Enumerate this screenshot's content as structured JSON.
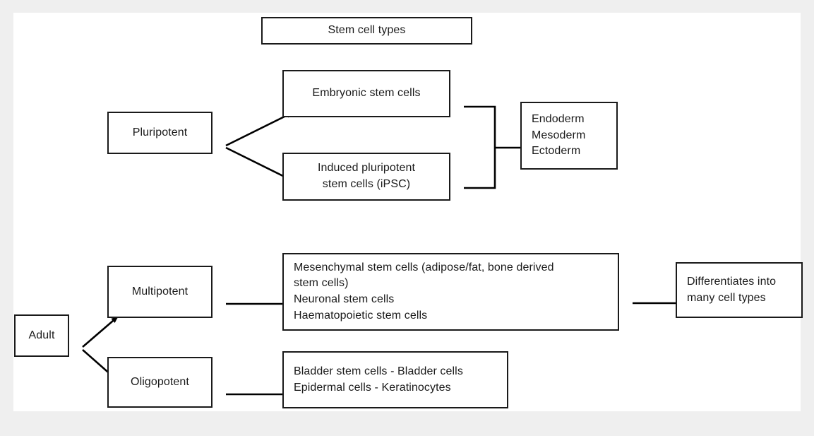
{
  "page": {
    "background_color": "#efefef",
    "canvas_color": "#ffffff",
    "line_color": "#1a1a1a",
    "text_color": "#1a1a1a"
  },
  "diagram": {
    "title": "Stem cell types",
    "nodes": {
      "title_box": "Stem cell types",
      "pluripotent": "Pluripotent",
      "embryonic_stem_cells": "Embryonic stem cells",
      "induced_pluripotent": "Induced pluripotent\nstem cells (iPSC)",
      "germ_layers": "Endoderm\nMesoderm\nEctoderm",
      "adult": "Adult",
      "multipotent": "Multipotent",
      "oligopotent": "Oligopotent",
      "multipotent_examples": "Mesenchymal stem cells (adipose/fat, bone derived\nstem cells)\nNeuronal stem cells\nHaematopoietic stem cells",
      "oligopotent_examples": "Bladder stem cells - Bladder cells\nEpidermal cells - Keratinocytes",
      "differentiates": "Differentiates into\nmany cell types"
    },
    "germ_layers_list": [
      "Endoderm",
      "Mesoderm",
      "Ectoderm"
    ],
    "multipotent_examples_list": [
      "Mesenchymal stem cells (adipose/fat, bone derived stem cells)",
      "Neuronal stem cells",
      "Haematopoietic stem cells"
    ],
    "oligopotent_examples_list": [
      "Bladder stem cells - Bladder cells",
      "Epidermal cells - Keratinocytes"
    ],
    "edges": [
      {
        "from": "pluripotent",
        "to": "embryonic_stem_cells",
        "style": "arrow-diagonal"
      },
      {
        "from": "pluripotent",
        "to": "induced_pluripotent",
        "style": "arrow-diagonal"
      },
      {
        "from": "embryonic_stem_cells",
        "to": "germ_layers",
        "style": "bracket-arrow"
      },
      {
        "from": "induced_pluripotent",
        "to": "germ_layers",
        "style": "bracket-arrow"
      },
      {
        "from": "adult",
        "to": "multipotent",
        "style": "arrow-diagonal"
      },
      {
        "from": "adult",
        "to": "oligopotent",
        "style": "arrow-diagonal"
      },
      {
        "from": "multipotent",
        "to": "multipotent_examples",
        "style": "arrow-horizontal"
      },
      {
        "from": "oligopotent",
        "to": "oligopotent_examples",
        "style": "arrow-horizontal"
      },
      {
        "from": "multipotent_examples",
        "to": "differentiates",
        "style": "arrow-horizontal"
      }
    ]
  }
}
